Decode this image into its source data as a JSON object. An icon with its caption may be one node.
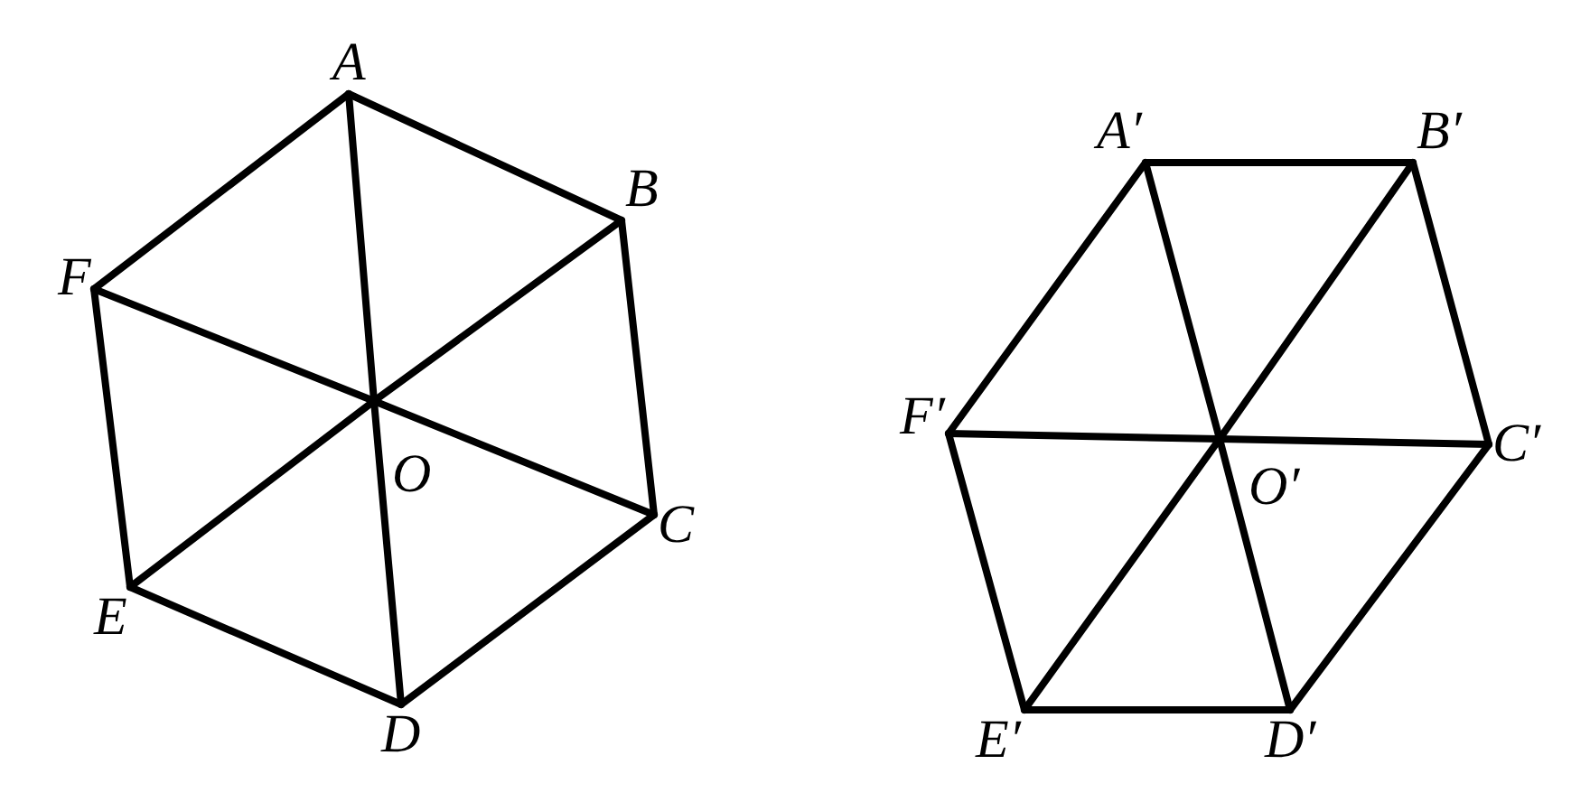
{
  "diagram": {
    "nodes": [
      {
        "text": [
          "A"
        ]
      },
      {
        "text": [
          "B"
        ]
      },
      {
        "text": [
          "C"
        ]
      },
      {
        "text": [
          "D"
        ]
      },
      {
        "text": [
          "E"
        ]
      },
      {
        "text": [
          "F"
        ]
      },
      {
        "text": [
          "O"
        ]
      },
      {
        "text": [
          "A′"
        ]
      },
      {
        "text": [
          "B′"
        ]
      },
      {
        "text": [
          "C′"
        ]
      },
      {
        "text": [
          "D′"
        ]
      },
      {
        "text": [
          "E′"
        ]
      },
      {
        "text": [
          "F′"
        ]
      },
      {
        "text": [
          "O′"
        ]
      }
    ],
    "edges": [
      {
        "from": 0,
        "to": 1,
        "arrow": "none"
      },
      {
        "from": 1,
        "to": 2,
        "arrow": "none"
      },
      {
        "from": 2,
        "to": 3,
        "arrow": "none"
      },
      {
        "from": 3,
        "to": 4,
        "arrow": "none"
      },
      {
        "from": 4,
        "to": 5,
        "arrow": "none"
      },
      {
        "from": 5,
        "to": 0,
        "arrow": "none"
      },
      {
        "from": 6,
        "to": 0,
        "arrow": "none"
      },
      {
        "from": 6,
        "to": 1,
        "arrow": "none"
      },
      {
        "from": 6,
        "to": 2,
        "arrow": "none"
      },
      {
        "from": 6,
        "to": 3,
        "arrow": "none"
      },
      {
        "from": 6,
        "to": 4,
        "arrow": "none"
      },
      {
        "from": 6,
        "to": 5,
        "arrow": "none"
      },
      {
        "from": 7,
        "to": 8,
        "arrow": "none"
      },
      {
        "from": 8,
        "to": 9,
        "arrow": "none"
      },
      {
        "from": 9,
        "to": 10,
        "arrow": "none"
      },
      {
        "from": 10,
        "to": 11,
        "arrow": "none"
      },
      {
        "from": 11,
        "to": 12,
        "arrow": "none"
      },
      {
        "from": 12,
        "to": 7,
        "arrow": "none"
      },
      {
        "from": 13,
        "to": 7,
        "arrow": "none"
      },
      {
        "from": 13,
        "to": 8,
        "arrow": "none"
      },
      {
        "from": 13,
        "to": 9,
        "arrow": "none"
      },
      {
        "from": 13,
        "to": 10,
        "arrow": "none"
      },
      {
        "from": 13,
        "to": 11,
        "arrow": "none"
      },
      {
        "from": 13,
        "to": 12,
        "arrow": "none"
      }
    ]
  }
}
